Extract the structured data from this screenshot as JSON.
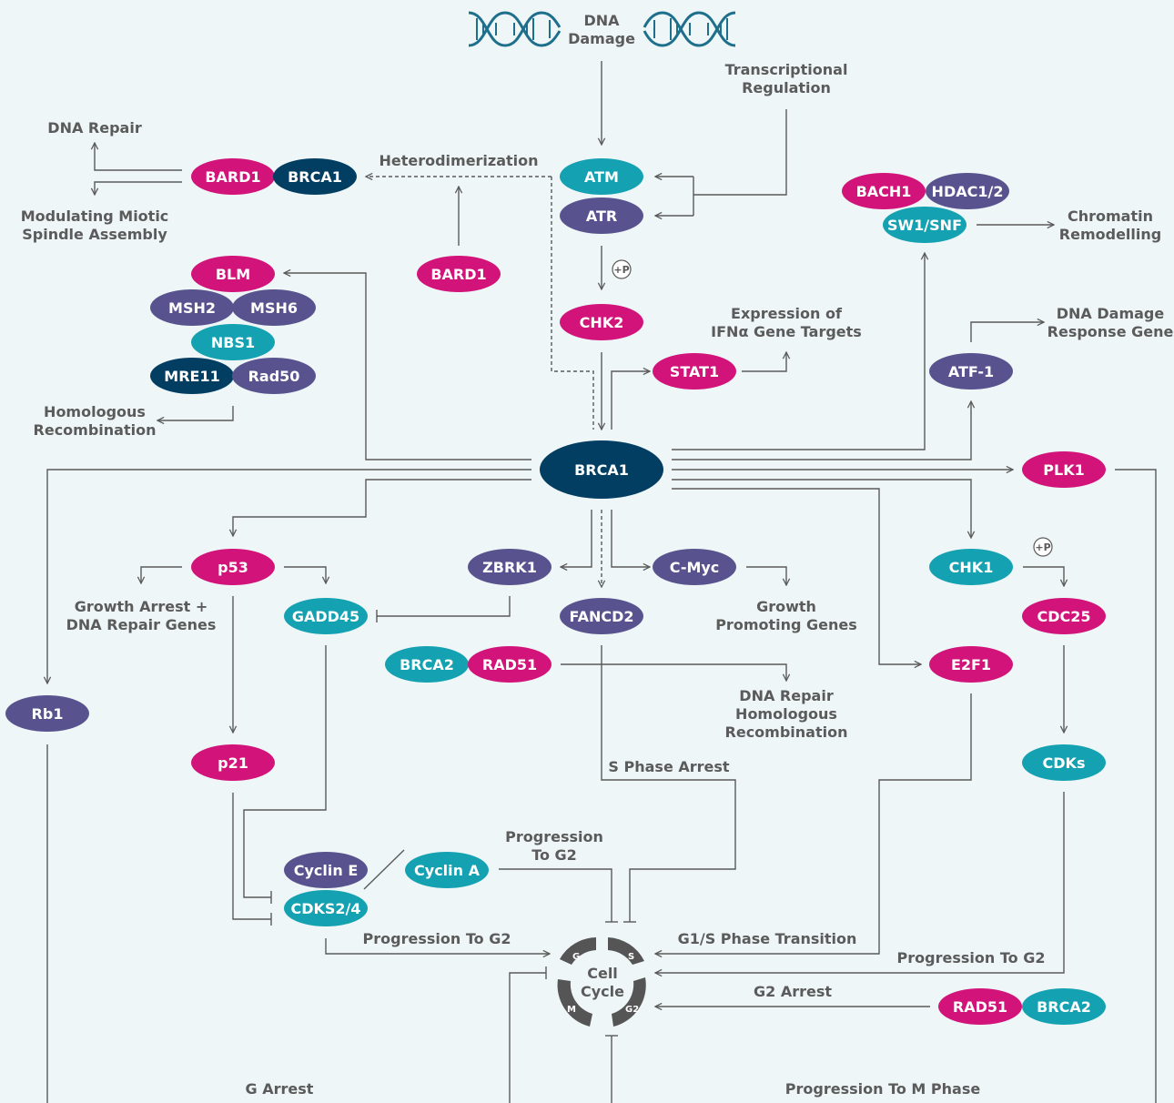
{
  "colors": {
    "magenta": "#d1137a",
    "purple": "#58538e",
    "navy": "#023e62",
    "teal": "#14a1b1",
    "line": "#5a5a5a",
    "text": "#5b5b5b",
    "background": "#eef6f7"
  },
  "header": {
    "line1": "DNA",
    "line2": "Damage"
  },
  "nodes": {
    "atm": "ATM",
    "atr": "ATR",
    "chk2": "CHK2",
    "brca1_center": "BRCA1",
    "bard1_top": "BARD1",
    "brca1_top": "BRCA1",
    "bard1_lower": "BARD1",
    "blm": "BLM",
    "msh2": "MSH2",
    "msh6": "MSH6",
    "nbs1": "NBS1",
    "mre11": "MRE11",
    "rad50": "Rad50",
    "bach1": "BACH1",
    "hdac": "HDAC1/2",
    "swsnf": "SW1/SNF",
    "stat1": "STAT1",
    "atf1": "ATF-1",
    "plk1": "PLK1",
    "p53": "p53",
    "gadd45": "GADD45",
    "zbrk1": "ZBRK1",
    "fancd2": "FANCD2",
    "cmyc": "C-Myc",
    "brca2_mid": "BRCA2",
    "rad51_mid": "RAD51",
    "chk1": "CHK1",
    "cdc25": "CDC25",
    "e2f1": "E2F1",
    "cdks": "CDKs",
    "rb1": "Rb1",
    "p21": "p21",
    "cycline": "Cyclin E",
    "cyclina": "Cyclin A",
    "cdks24": "CDKS2/4",
    "rad51_low": "RAD51",
    "brca2_low": "BRCA2"
  },
  "labels": {
    "transcriptional": [
      "Transcriptional",
      "Regulation"
    ],
    "dna_repair": "DNA Repair",
    "heterodimerization": "Heterodimerization",
    "modulating": [
      "Modulating Miotic",
      "Spindle Assembly"
    ],
    "chromatin": [
      "Chromatin",
      "Remodelling"
    ],
    "expression": [
      "Expression of",
      "IFNα Gene Targets"
    ],
    "dna_damage_response": [
      "DNA Damage",
      "Response Gene"
    ],
    "homologous": [
      "Homologous",
      "Recombination"
    ],
    "growth_arrest": [
      "Growth Arrest +",
      "DNA Repair Genes"
    ],
    "growth_promoting": [
      "Growth",
      "Promoting Genes"
    ],
    "dna_repair_hr": [
      "DNA Repair",
      "Homologous",
      "Recombination"
    ],
    "s_phase_arrest": "S Phase Arrest",
    "progression_to_g2_top": [
      "Progression",
      "To G2"
    ],
    "progression_to_g2_left": "Progression To G2",
    "g1s": "G1/S Phase Transition",
    "progression_to_g2_right": "Progression To G2",
    "g2_arrest": "G2 Arrest",
    "g_arrest": "G Arrest",
    "progression_m": "Progression To M Phase",
    "plus_p": "+P"
  },
  "cell_cycle": {
    "line1": "Cell",
    "line2": "Cycle",
    "g": "G",
    "s": "S",
    "m": "M",
    "g2": "G2"
  }
}
